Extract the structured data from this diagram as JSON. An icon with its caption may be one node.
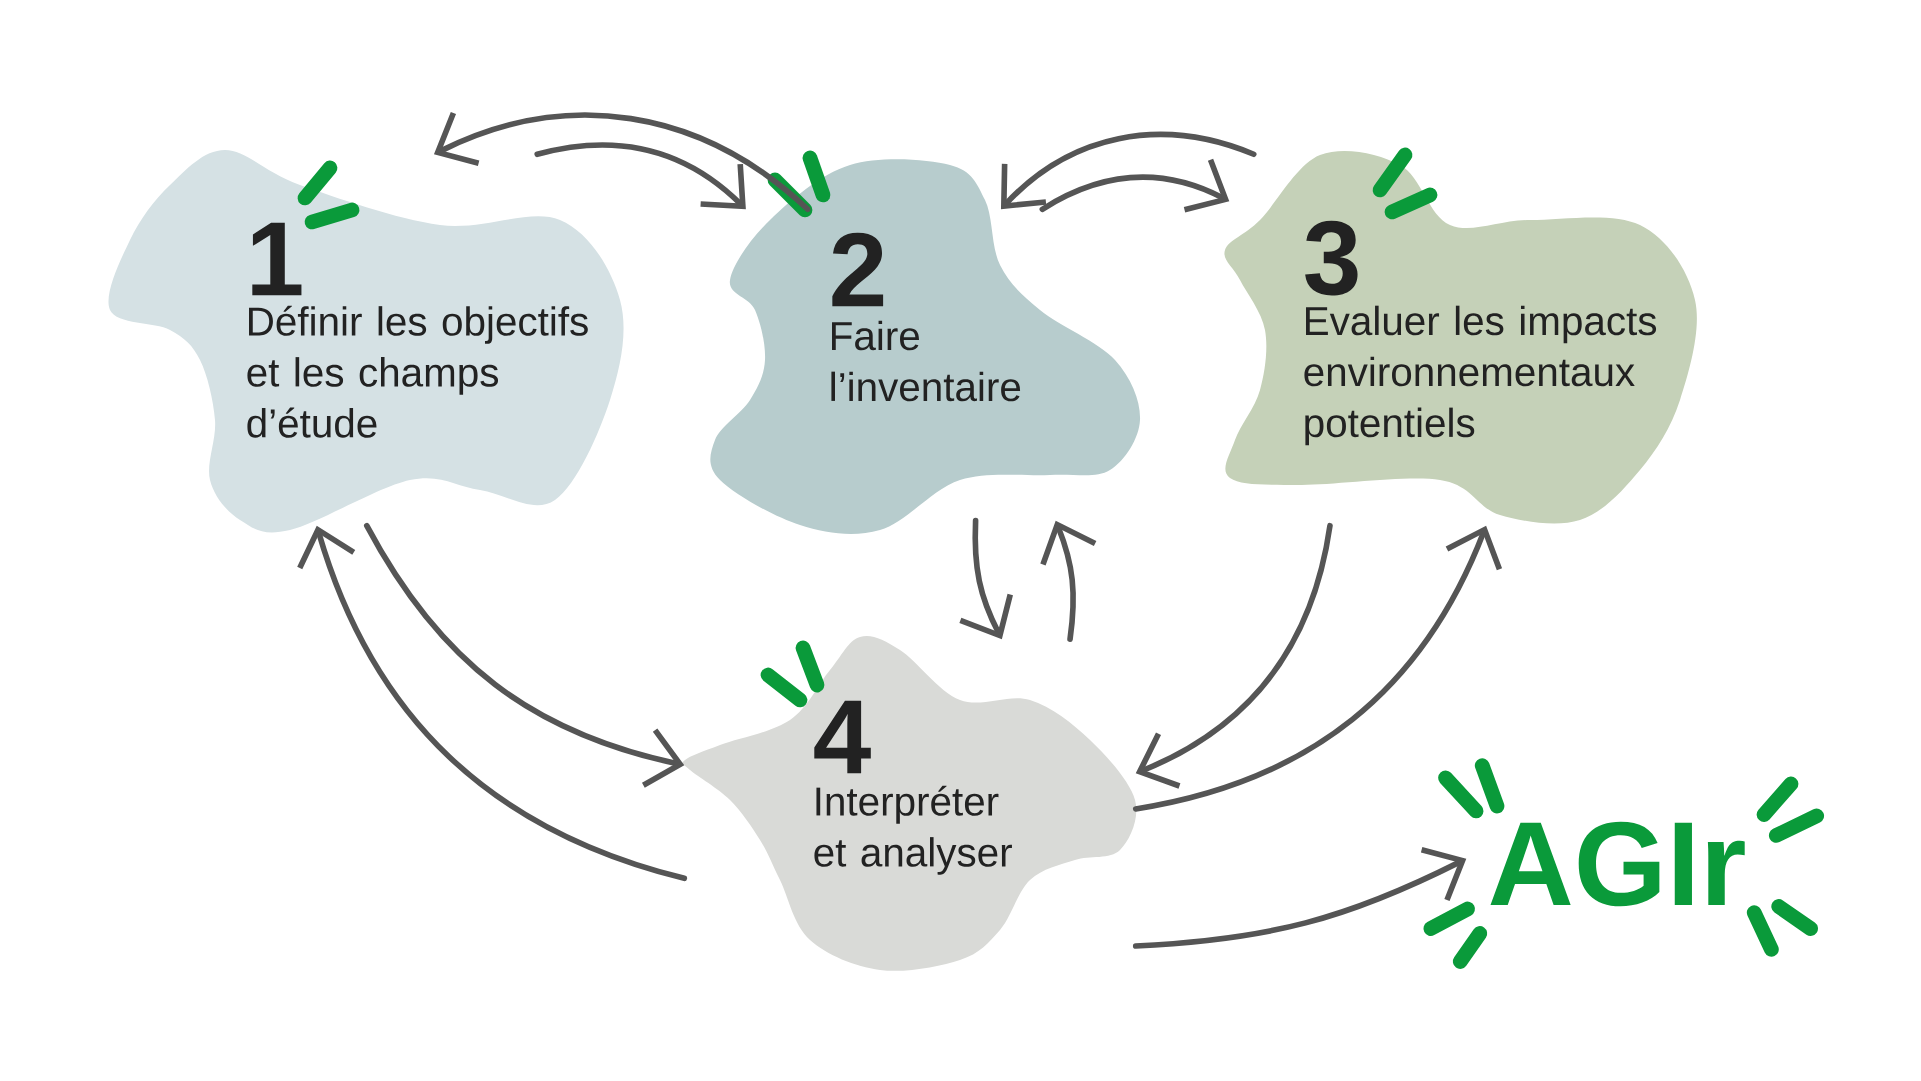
{
  "diagram": {
    "nodes": [
      {
        "text": [
          "1",
          "Définir les objectifs et les champs d’étude"
        ]
      },
      {
        "text": [
          "2",
          "Faire l’inventaire"
        ]
      },
      {
        "text": [
          "3",
          "Evaluer les impacts environnementaux potentiels"
        ]
      },
      {
        "text": [
          "4",
          "Interpréter et analyser"
        ]
      },
      {
        "text": [
          "AGIr"
        ]
      }
    ],
    "edges": [
      {
        "from": 1,
        "to": 0,
        "arrow": "to"
      },
      {
        "from": 0,
        "to": 1,
        "arrow": "to"
      },
      {
        "from": 2,
        "to": 1,
        "arrow": "to"
      },
      {
        "from": 1,
        "to": 2,
        "arrow": "to"
      },
      {
        "from": 1,
        "to": 3,
        "arrow": "to"
      },
      {
        "from": 3,
        "to": 1,
        "arrow": "to"
      },
      {
        "from": 0,
        "to": 3,
        "arrow": "to"
      },
      {
        "from": 3,
        "to": 0,
        "arrow": "to"
      },
      {
        "from": 2,
        "to": 3,
        "arrow": "to"
      },
      {
        "from": 3,
        "to": 2,
        "arrow": "to"
      },
      {
        "from": 3,
        "to": 4,
        "arrow": "to"
      }
    ]
  }
}
